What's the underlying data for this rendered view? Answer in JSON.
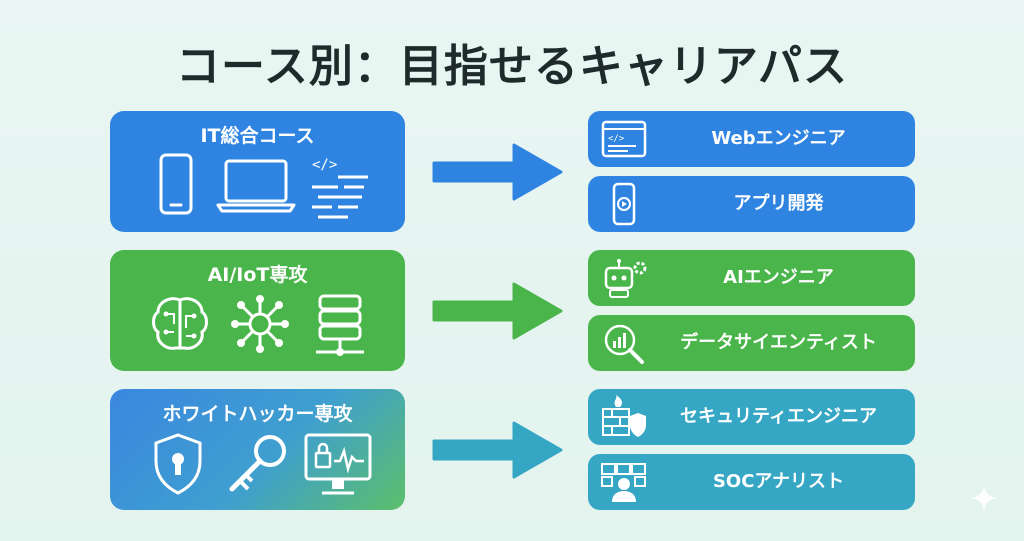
{
  "title": "コース別：目指せるキャリアパス",
  "courses": [
    {
      "label": "IT総合コース",
      "color": "#2f84e2",
      "icons": [
        "smartphone-icon",
        "laptop-icon",
        "code-lines-icon"
      ]
    },
    {
      "label": "AI/IoT専攻",
      "color": "#4ab54a",
      "icons": [
        "brain-circuit-icon",
        "network-icon",
        "database-server-icon"
      ]
    },
    {
      "label": "ホワイトハッカー専攻",
      "color": "#3a87e0",
      "icons": [
        "shield-keyhole-icon",
        "key-icon",
        "monitor-lock-icon"
      ]
    }
  ],
  "careers": [
    {
      "label": "Webエンジニア",
      "icon": "browser-code-icon",
      "color": "#2f84e2"
    },
    {
      "label": "アプリ開発",
      "icon": "phone-play-icon",
      "color": "#2f84e2"
    },
    {
      "label": "AIエンジニア",
      "icon": "robot-gear-icon",
      "color": "#4ab54a"
    },
    {
      "label": "データサイエンティスト",
      "icon": "magnifier-chart-icon",
      "color": "#4ab54a"
    },
    {
      "label": "セキュリティエンジニア",
      "icon": "firewall-shield-icon",
      "color": "#35a7c4"
    },
    {
      "label": "SOCアナリスト",
      "icon": "analyst-monitors-icon",
      "color": "#35a7c4"
    }
  ],
  "arrow_colors": [
    "#2f84e2",
    "#4ab54a",
    "#35a7c4"
  ]
}
